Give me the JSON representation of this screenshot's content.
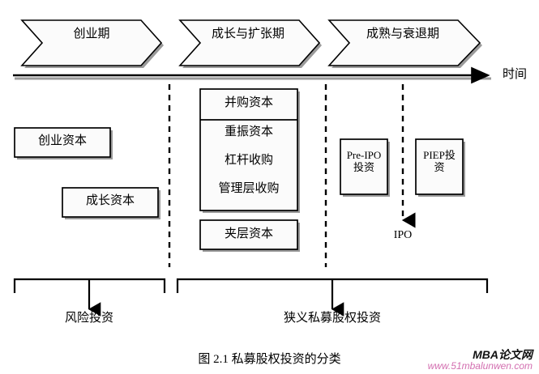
{
  "figure": {
    "caption": "图 2.1  私募股权投资的分类",
    "axis_label": "时间",
    "ipo_label": "IPO"
  },
  "phases": [
    {
      "label": "创业期"
    },
    {
      "label": "成长与扩张期"
    },
    {
      "label": "成熟与衰退期"
    }
  ],
  "stage_boxes": {
    "startup": [
      {
        "label": "创业资本"
      },
      {
        "label": "成长资本"
      }
    ],
    "growth": {
      "top": {
        "label": "并购资本"
      },
      "items": [
        {
          "label": "重振资本"
        },
        {
          "label": "杠杆收购"
        },
        {
          "label": "管理层收购"
        }
      ],
      "mezzanine": {
        "label": "夹层资本"
      }
    },
    "mature": [
      {
        "label": "Pre-IPO\n投资"
      },
      {
        "label": "PIEP投\n资"
      }
    ]
  },
  "brackets": [
    {
      "label": "风险投资"
    },
    {
      "label": "狭义私募股权投资"
    }
  ],
  "watermark": {
    "title": "MBA论文网",
    "url": "www.51mbalunwen.com",
    "title_color": "#111111",
    "url_color": "#d36fb0"
  },
  "colors": {
    "stroke": "#000000",
    "fill": "#fbfbfb",
    "shadow": "#9a9a9a",
    "background": "#ffffff"
  }
}
